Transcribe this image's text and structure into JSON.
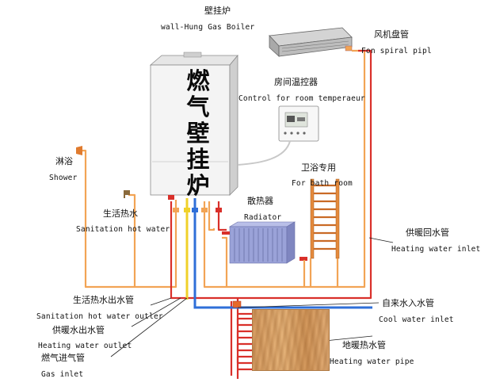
{
  "boiler": {
    "title_zh": "壁挂炉",
    "title_en": "wall-Hung Gas Boiler",
    "face_text": "燃气壁挂炉"
  },
  "labels": {
    "fan_coil_zh": "风机盘管",
    "fan_coil_en": "Fon spiral pipl",
    "room_thermostat_zh": "房间温控器",
    "room_thermostat_en": "Control for room temperaeur",
    "bath_zh": "卫浴专用",
    "bath_en": "For bath room",
    "radiator_zh": "散热器",
    "radiator_en": "Radiator",
    "shower_zh": "淋浴",
    "shower_en": "Shower",
    "sanitation_hot_water_zh": "生活热水",
    "sanitation_hot_water_en": "Sanitation hot water",
    "heating_return_zh": "供暖回水管",
    "heating_return_en": "Heating water inlet",
    "sanitation_outlet_zh": "生活热水出水管",
    "sanitation_outlet_en": "Sanitation hot water outler",
    "heating_outlet_zh": "供暖水出水管",
    "heating_outlet_en": "Heating water outlet",
    "gas_inlet_zh": "燃气进气管",
    "gas_inlet_en": "Gas inlet",
    "cool_water_zh": "自来水入水管",
    "cool_water_en": "Cool water inlet",
    "floor_heating_zh": "地暖热水管",
    "floor_heating_en": "Heating water pipe"
  },
  "colors": {
    "hot_pipe": "#d9302a",
    "warm_pipe": "#f2a455",
    "cool_pipe": "#2f6fd8",
    "gas_pipe": "#f0d12a",
    "radiator": "#9aa2d8",
    "bath_rack": "#e58a3c"
  }
}
